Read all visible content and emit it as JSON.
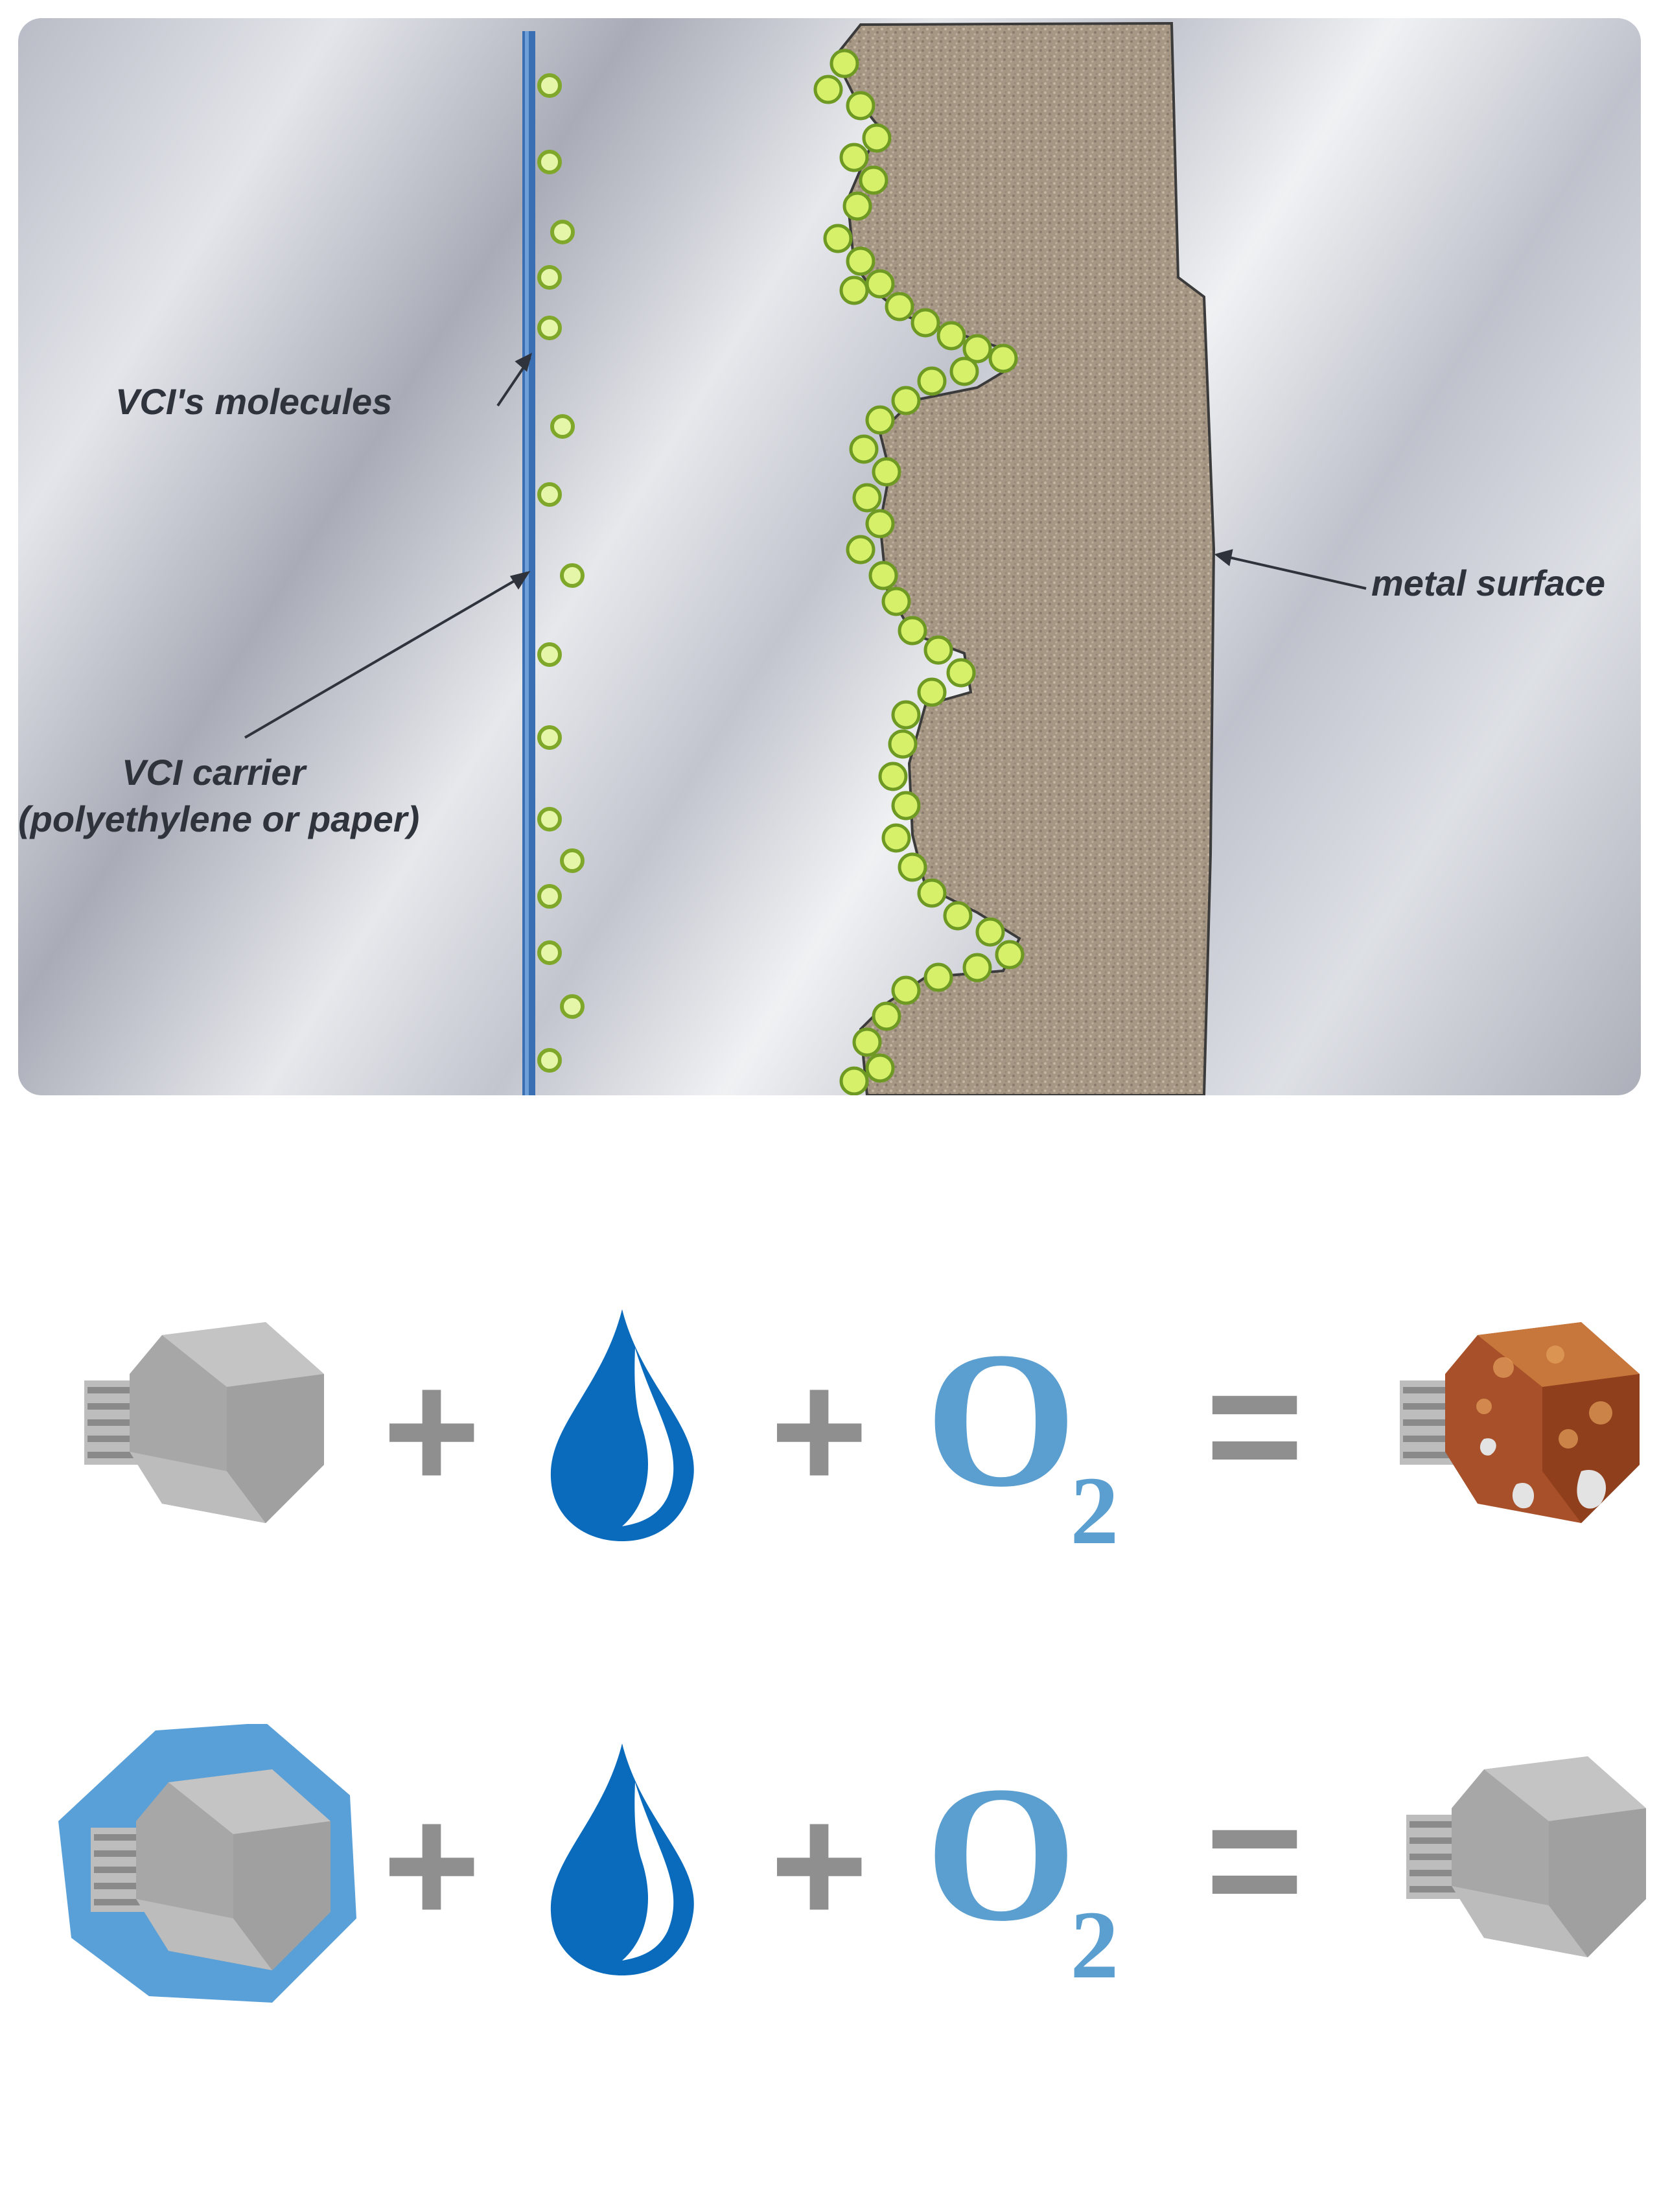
{
  "diagram": {
    "labels": {
      "vci_molecules": "VCI's molecules",
      "vci_carrier_line1": "VCI carrier",
      "vci_carrier_line2": "(polyethylene or paper)",
      "metal_surface": "metal surface"
    },
    "colors": {
      "molecule": "#c9ec3e",
      "carrier": "#3a6fb3",
      "metal": "#a39381"
    }
  },
  "equations": [
    {
      "name": "unprotected",
      "terms": [
        "bolt-icon",
        "plus-sign",
        "water-drop-icon",
        "plus-sign",
        "oxygen-symbol",
        "equals-sign",
        "rusted-bolt-icon"
      ],
      "plus": "+",
      "equals": "=",
      "oxygen": "O",
      "oxygen_sub": "2"
    },
    {
      "name": "vci-protected",
      "terms": [
        "protected-bolt-icon",
        "plus-sign",
        "water-drop-icon",
        "plus-sign",
        "oxygen-symbol",
        "equals-sign",
        "clean-bolt-icon"
      ],
      "plus": "+",
      "equals": "=",
      "oxygen": "O",
      "oxygen_sub": "2"
    }
  ],
  "colors": {
    "operator": "#8f8f8f",
    "water": "#0a6bbd",
    "oxygen": "#5b9ed0",
    "coating": "#5aa0d8",
    "bolt": "#a6a6a6",
    "rust": "#b85a1e"
  }
}
